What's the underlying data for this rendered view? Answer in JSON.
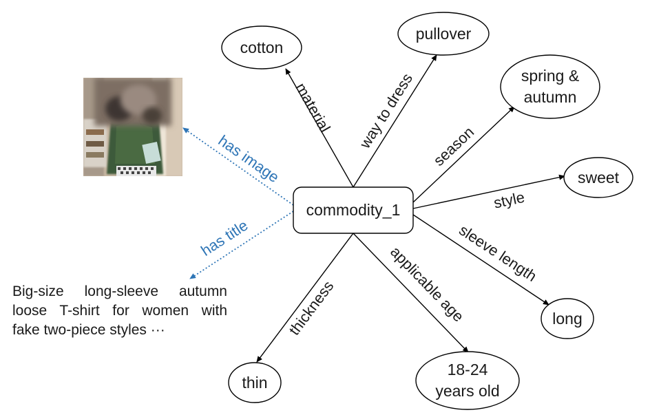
{
  "center": "commodity_1",
  "attributes": {
    "cotton": "cotton",
    "pullover": "pullover",
    "season_value_line1": "spring &",
    "season_value_line2": "autumn",
    "sweet": "sweet",
    "long": "long",
    "age_line1": "18-24",
    "age_line2": "years old",
    "thin": "thin"
  },
  "relations": {
    "material": "material",
    "way_to_dress": "way to dress",
    "season": "season",
    "style": "style",
    "sleeve_length": "sleeve length",
    "applicable_age": "applicable age",
    "thickness": "thickness",
    "has_image": "has image",
    "has_title": "has title"
  },
  "title_lines": [
    "Big-size long-sleeve autumn",
    "loose T-shirt for women with",
    "fake two-piece styles ···"
  ],
  "colors": {
    "blue_relation": "#2e75b6",
    "line": "#000000"
  }
}
